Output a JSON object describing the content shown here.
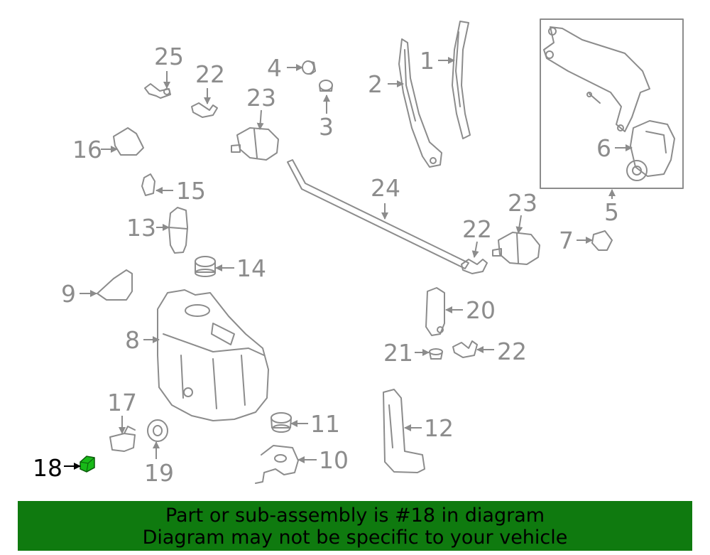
{
  "callouts": {
    "p1": "1",
    "p2": "2",
    "p3": "3",
    "p4": "4",
    "p5": "5",
    "p6": "6",
    "p7": "7",
    "p8": "8",
    "p9": "9",
    "p10": "10",
    "p11": "11",
    "p12": "12",
    "p13": "13",
    "p14": "14",
    "p15": "15",
    "p16": "16",
    "p17": "17",
    "p18": "18",
    "p19": "19",
    "p20": "20",
    "p21": "21",
    "p22a": "22",
    "p22b": "22",
    "p22c": "22",
    "p23a": "23",
    "p23b": "23",
    "p24": "24",
    "p25": "25"
  },
  "highlighted_part": "18",
  "banner": {
    "line1": "Part or sub-assembly is #18 in diagram",
    "line2": "Diagram may not be specific to your vehicle"
  },
  "colors": {
    "line_art": "#8c8c8c",
    "highlight_part": "#18b918",
    "banner_bg": "#0f7a0f",
    "banner_text": "#000000"
  }
}
